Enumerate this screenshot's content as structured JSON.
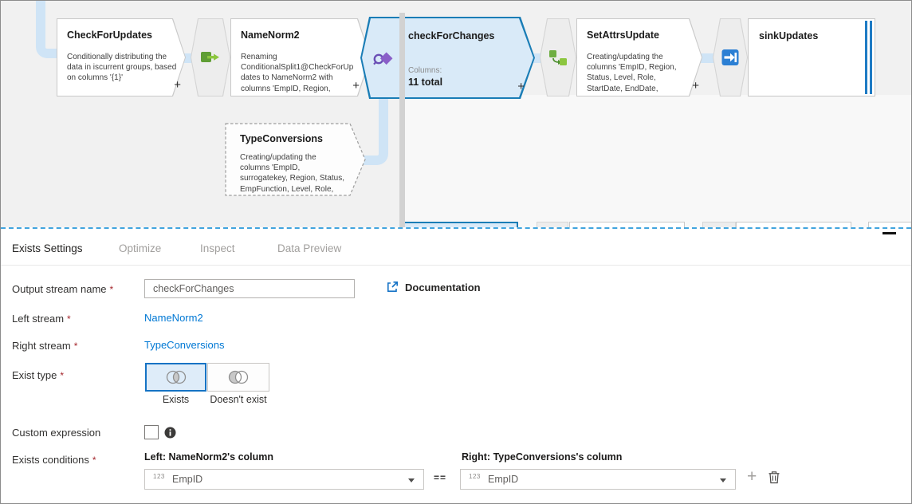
{
  "canvas": {
    "add_label": "+",
    "nodes": [
      {
        "title": "CheckForUpdates",
        "description": "Conditionally distributing the data in iscurrent groups, based on columns '{1}'"
      },
      {
        "title": "NameNorm2",
        "description": "Renaming ConditionalSplit1@CheckForUpdates to NameNorm2 with columns 'EmpID, Region,"
      },
      {
        "title": "checkForChanges",
        "columns_label": "Columns:",
        "columns_value": "11 total"
      },
      {
        "title": "SetAttrsUpdate",
        "description": "Creating/updating the columns 'EmpID, Region, Status, Level, Role, StartDate, EndDate, EmpFunction, iscurrent,"
      },
      {
        "title": "sinkUpdates"
      },
      {
        "title": "TypeConversions",
        "description": "Creating/updating the columns 'EmpID, surrogatekey, Region, Status, EmpFunction, Level, Role, StartDate, EndDate,"
      }
    ],
    "icons": [
      "conditional-split-icon",
      "exists-icon",
      "derived-column-icon",
      "sink-icon"
    ]
  },
  "panel": {
    "tabs": [
      {
        "label": "Exists Settings",
        "active": true
      },
      {
        "label": "Optimize",
        "active": false
      },
      {
        "label": "Inspect",
        "active": false
      },
      {
        "label": "Data Preview",
        "active": false
      }
    ],
    "fields": {
      "required_mark": "*",
      "output_stream": {
        "label": "Output stream name",
        "value": "checkForChanges"
      },
      "documentation_label": "Documentation",
      "left_stream": {
        "label": "Left stream",
        "value": "NameNorm2"
      },
      "right_stream": {
        "label": "Right stream",
        "value": "TypeConversions"
      },
      "exist_type": {
        "label": "Exist type",
        "options": [
          {
            "label": "Exists",
            "selected": true
          },
          {
            "label": "Doesn't exist",
            "selected": false
          }
        ]
      },
      "custom_expression": {
        "label": "Custom expression",
        "checked": false
      },
      "exists_conditions": {
        "label": "Exists conditions",
        "left_header": "Left: NameNorm2's column",
        "right_header": "Right: TypeConversions's column",
        "operator": "==",
        "type_badge": "123",
        "left_value": "EmpID",
        "right_value": "EmpID",
        "add_label": "+"
      }
    }
  },
  "colors": {
    "accent": "#0078d4",
    "selected_node_fill": "#d9eaf8",
    "selected_node_border": "#1a7db6",
    "connector": "#cfe4f6",
    "required": "#a4262c"
  }
}
